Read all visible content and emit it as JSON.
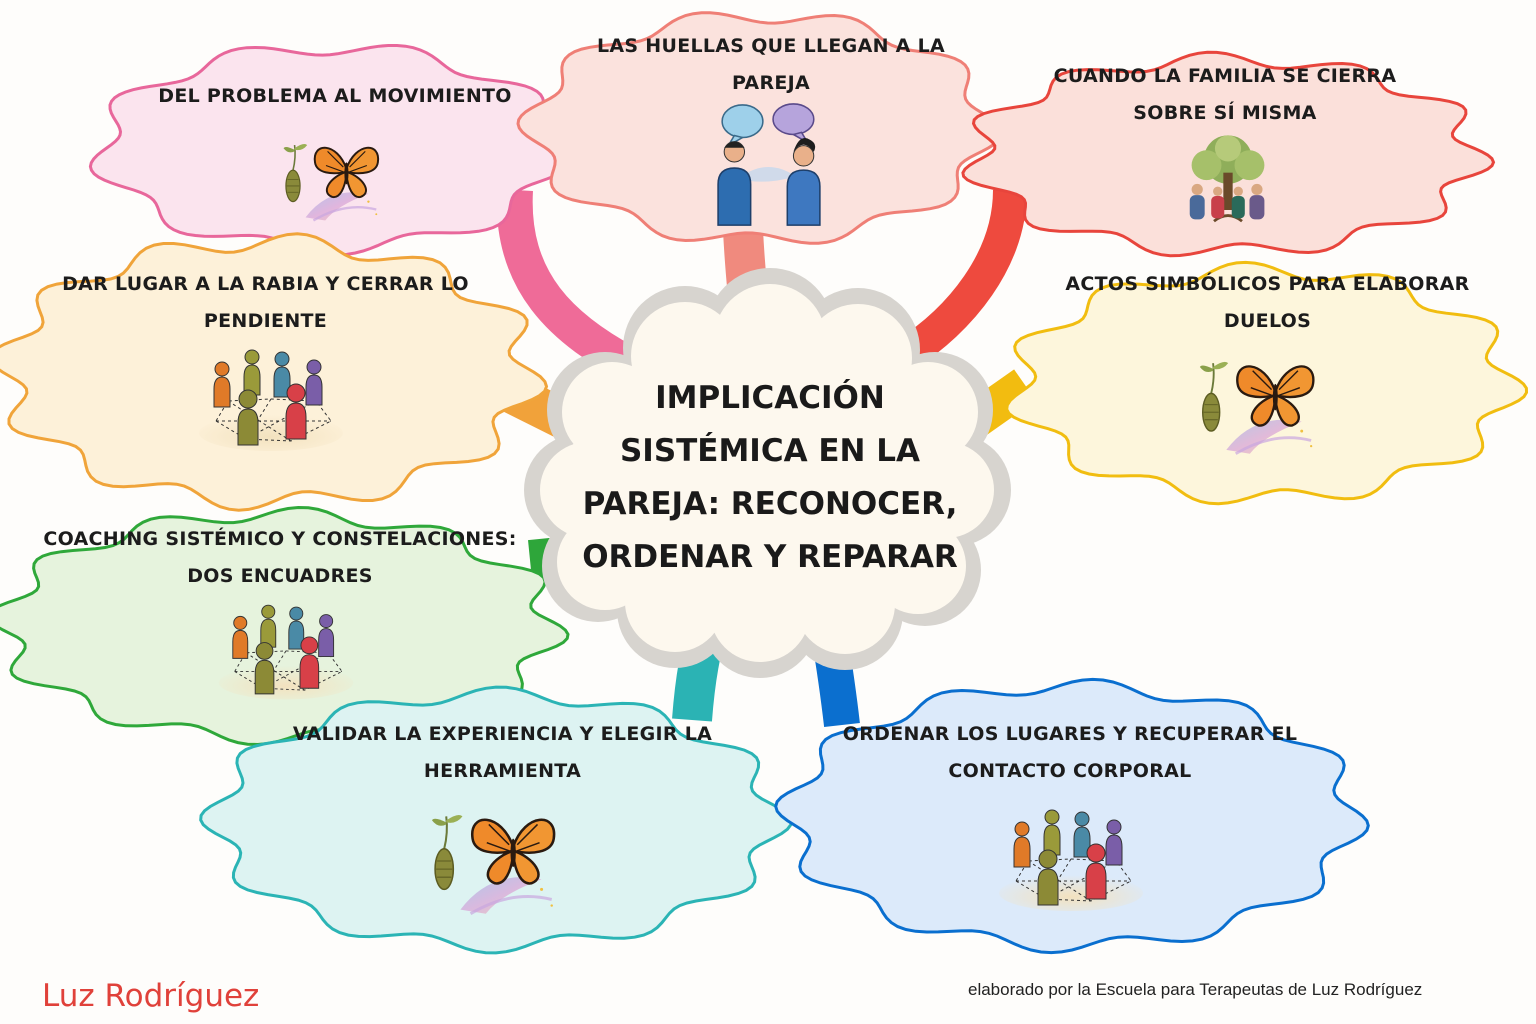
{
  "center": {
    "title": "IMPLICACIÓN SISTÉMICA EN LA PAREJA: RECONOCER, ORDENAR Y REPARAR",
    "lines": [
      "IMPLICACIÓN",
      "SISTÉMICA EN LA",
      "PAREJA: RECONOCER,",
      "ORDENAR Y REPARAR"
    ]
  },
  "nodes": [
    {
      "label": "DEL PROBLEMA AL MOVIMIENTO",
      "color": "#e8679b",
      "fill": "#fbe4ee",
      "icon": "butterfly-icon"
    },
    {
      "label": "LAS HUELLAS QUE LLEGAN A LA PAREJA",
      "color": "#ef7f76",
      "fill": "#fbe2dd",
      "icon": "couple-talking-icon"
    },
    {
      "label": "CUANDO LA FAMILIA SE CIERRA SOBRE SÍ MISMA",
      "color": "#e8453c",
      "fill": "#fbe0da",
      "icon": "family-tree-icon"
    },
    {
      "label": "DAR LUGAR A LA RABIA Y CERRAR LO PENDIENTE",
      "color": "#f0a43a",
      "fill": "#fdf1d9",
      "icon": "constellation-figures-icon"
    },
    {
      "label": "ACTOS SIMBÓLICOS PARA ELABORAR DUELOS",
      "color": "#f1bd10",
      "fill": "#fdf6dc",
      "icon": "butterfly-icon"
    },
    {
      "label": "COACHING SISTÉMICO Y CONSTELACIONES: DOS ENCUADRES",
      "color": "#2fa83a",
      "fill": "#e6f3dd",
      "icon": "constellation-figures-icon"
    },
    {
      "label": "VALIDAR LA EXPERIENCIA Y ELEGIR LA HERRAMIENTA",
      "color": "#2bb4b5",
      "fill": "#ddf3f2",
      "icon": "butterfly-icon"
    },
    {
      "label": "ORDENAR LOS LUGARES Y RECUPERAR EL CONTACTO CORPORAL",
      "color": "#0a6fcf",
      "fill": "#dceafa",
      "icon": "constellation-figures-icon"
    }
  ],
  "footer": {
    "author": "Luz Rodríguez",
    "credit": "elaborado por la Escuela para Terapeutas de Luz Rodríguez",
    "author_color": "#e0413a"
  }
}
